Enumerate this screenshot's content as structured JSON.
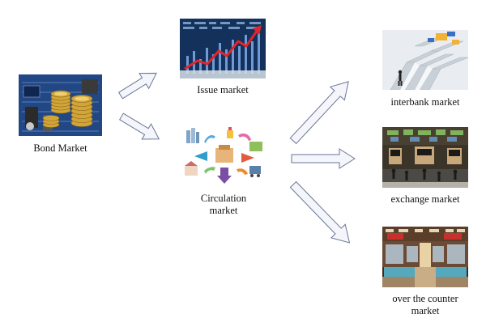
{
  "nodes": {
    "bond_market": {
      "label": "Bond Market"
    },
    "issue_market": {
      "label": "Issue market"
    },
    "circulation_market": {
      "label_line1": "Circulation",
      "label_line2": "market"
    },
    "interbank_market": {
      "label": "interbank market"
    },
    "exchange_market": {
      "label": "exchange market"
    },
    "otc_market": {
      "label_line1": "over the counter",
      "label_line2": "market"
    }
  },
  "colors": {
    "arrow_fill": "#f4f6fb",
    "arrow_stroke": "#6a7697",
    "chart_red": "#e0262b",
    "circuit_blue": "#1d3e78",
    "gold": "#d2a53a"
  },
  "icons": {
    "bond_market": "gold-coins-on-circuit-board-icon",
    "issue_market": "stock-chart-rising-arrow-icon",
    "circulation_market": "commerce-flow-icons",
    "interbank_market": "maze-with-figure-icon",
    "exchange_market": "trading-floor-photo-icon",
    "otc_market": "shopping-mall-interior-icon"
  }
}
